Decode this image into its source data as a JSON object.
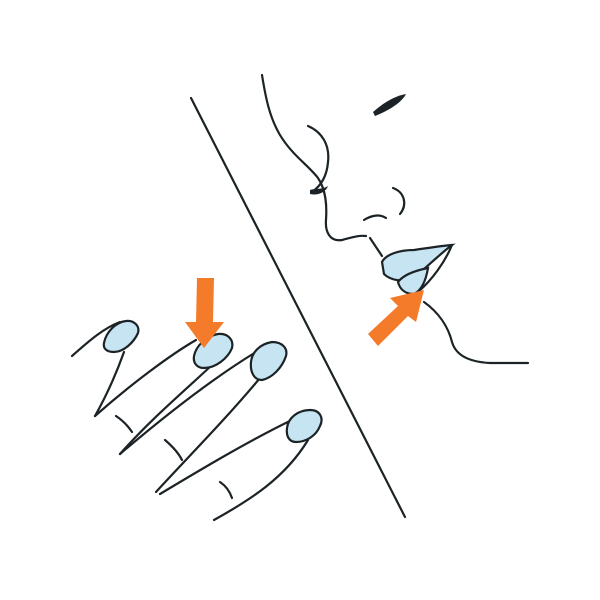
{
  "colors": {
    "line": "#1c2326",
    "nail_fill": "#c6e4f2",
    "arrow": "#f47b2a",
    "background": "#ffffff"
  },
  "icons": [
    "face-profile",
    "hand-fingers",
    "arrow-down",
    "arrow-diagonal"
  ]
}
